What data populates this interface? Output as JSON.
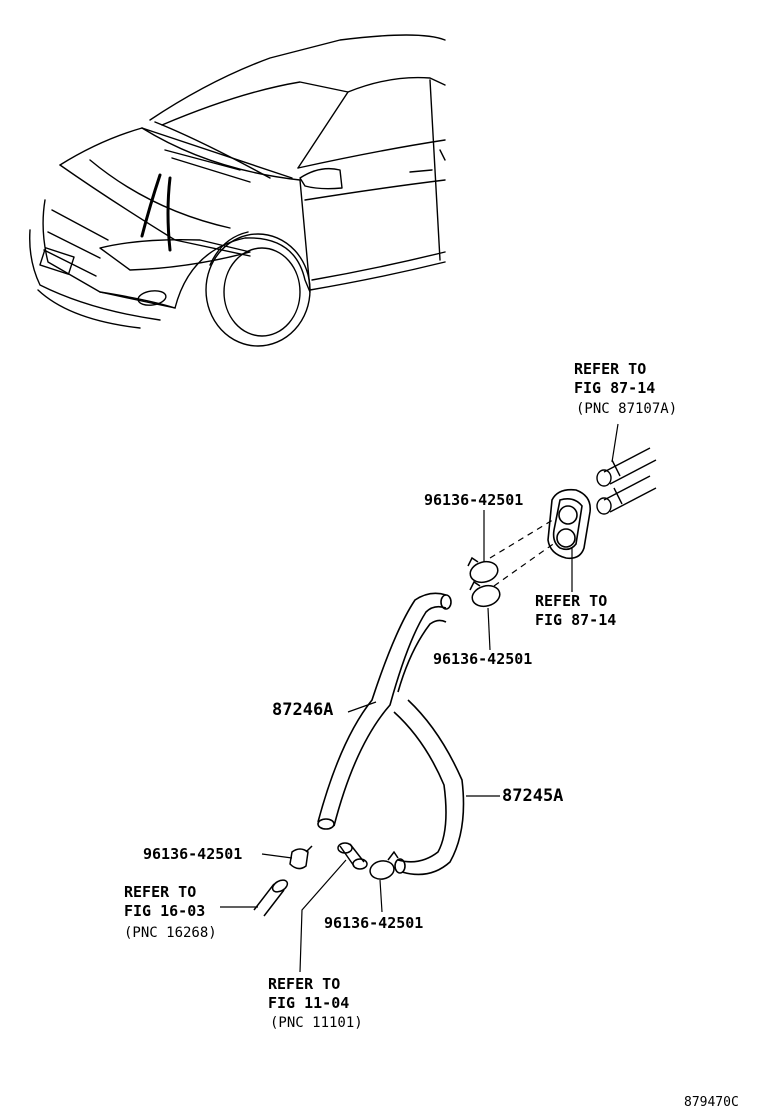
{
  "figure_code": "879470C",
  "parts": {
    "hose_a": "87246A",
    "hose_b": "87245A",
    "clamp_top_left": "96136-42501",
    "clamp_top_right": "96136-42501",
    "clamp_bottom_left": "96136-42501",
    "clamp_bottom_right": "96136-42501"
  },
  "references": {
    "top_right": {
      "line1": "REFER TO",
      "line2": "FIG 87-14",
      "line3": "(PNC 87107A)"
    },
    "grommet": {
      "line1": "REFER TO",
      "line2": "FIG 87-14"
    },
    "engine_left": {
      "line1": "REFER TO",
      "line2": "FIG 16-03",
      "line3": "(PNC 16268)"
    },
    "engine_bottom": {
      "line1": "REFER TO",
      "line2": "FIG 11-04",
      "line3": "(PNC 11101)"
    }
  },
  "colors": {
    "ink": "#000000",
    "paper": "#ffffff"
  }
}
